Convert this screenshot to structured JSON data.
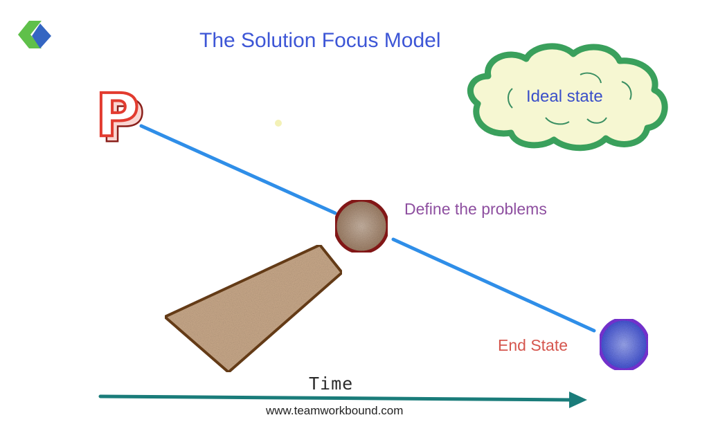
{
  "diagram": {
    "title": "The Solution Focus Model",
    "cloud_label": "Ideal state",
    "problem_label": "Define the problems",
    "end_label": "End State",
    "axis_label": "Time",
    "start_glyph": "P",
    "footer": "www.teamworkbound.com"
  },
  "colors": {
    "title": "#3d56d6",
    "path_line": "#2f8ee8",
    "timeline": "#1a7c7a",
    "cloud_outline": "#3aa05c",
    "cloud_fill": "#f6f7d2",
    "problem_circle": "#8b1a1a",
    "end_circle": "#7a34d8",
    "end_fill": "#4a5bd6",
    "wedge_outline": "#6b3f16",
    "wedge_fill": "#c9a98a",
    "start_glyph": "#e23b2f"
  },
  "icons": [
    "logo-icon",
    "cloud-icon"
  ]
}
